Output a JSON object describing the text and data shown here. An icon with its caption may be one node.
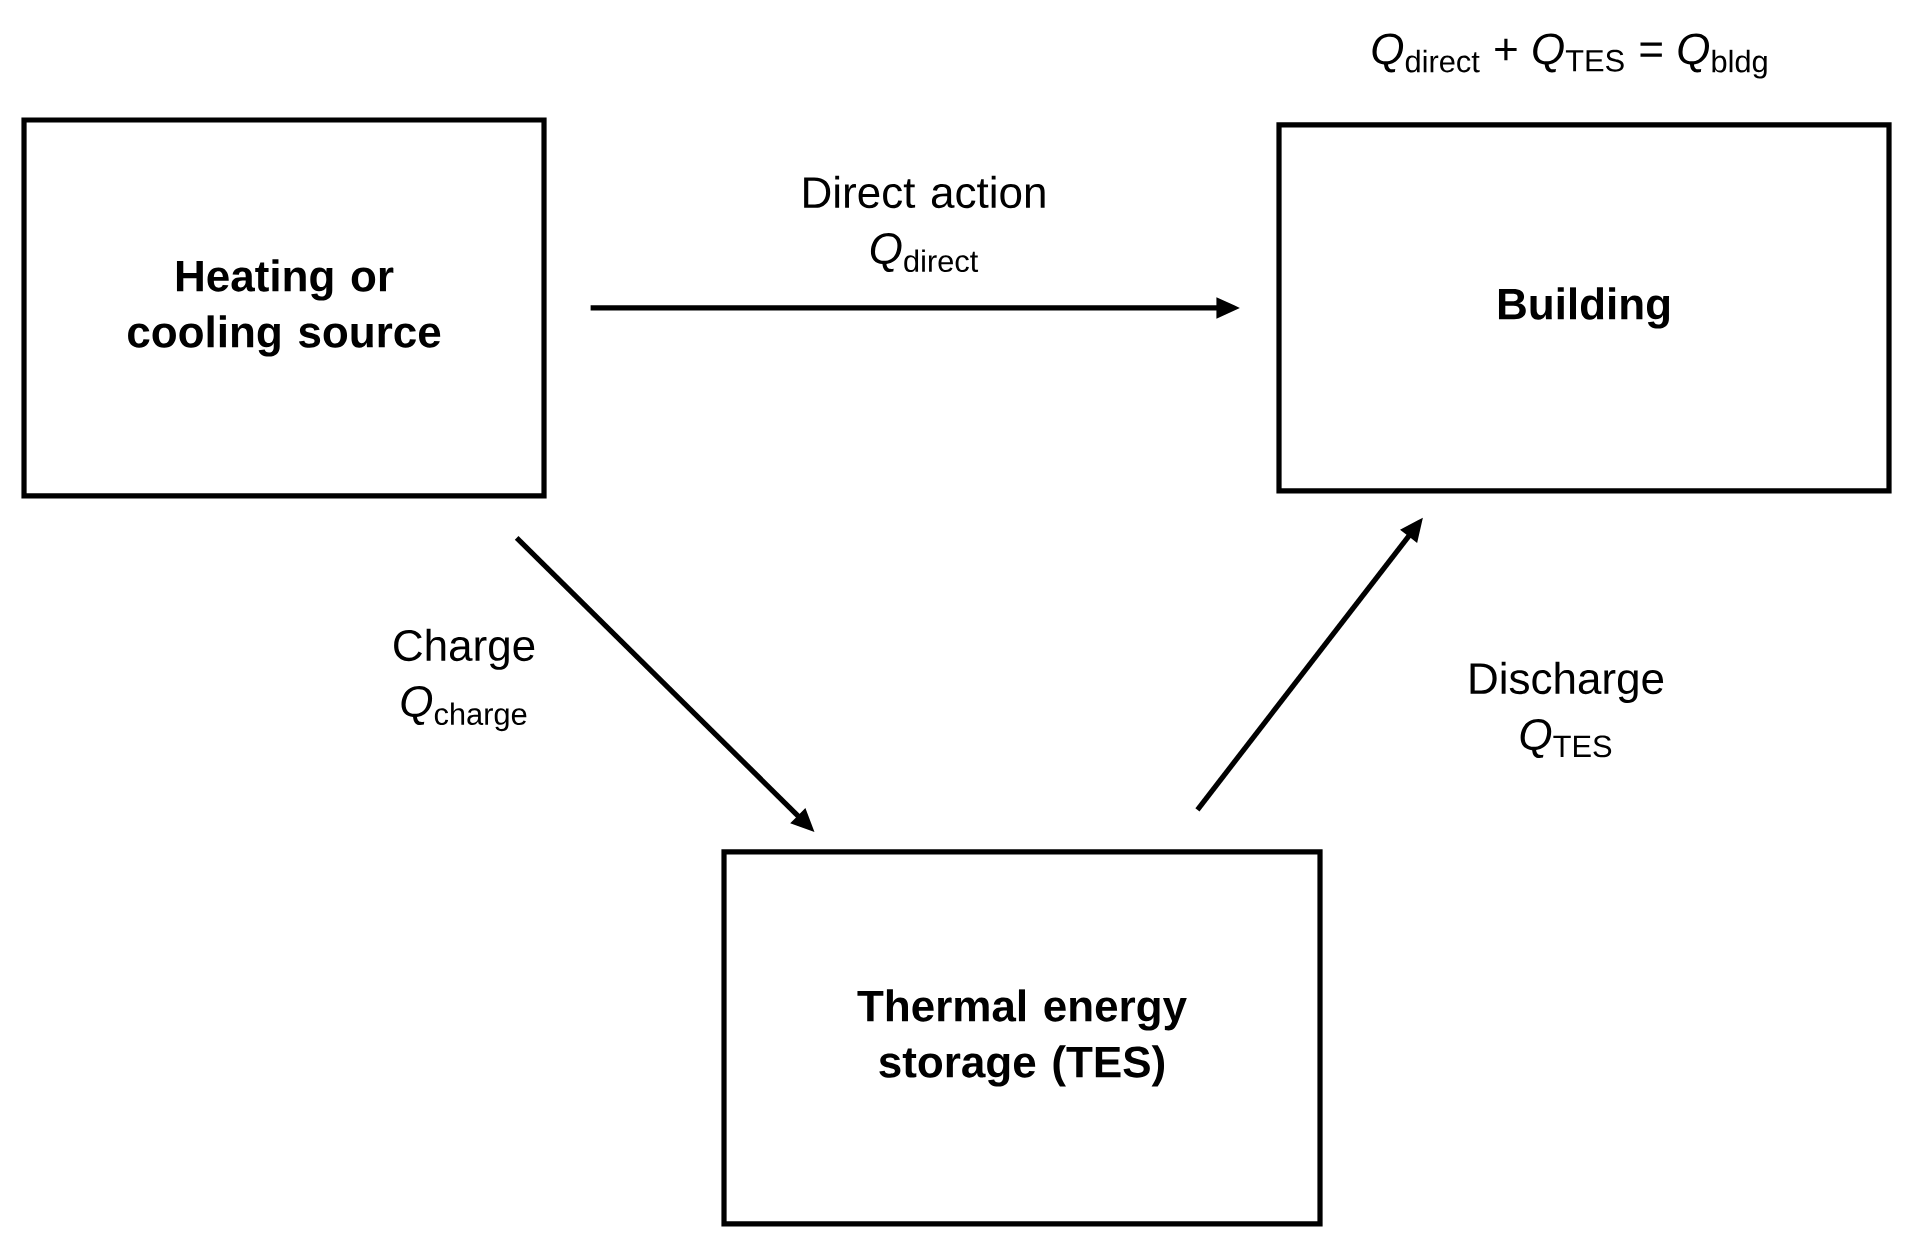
{
  "diagram": {
    "nodes": [
      {
        "text": [
          "Heating or cooling source"
        ]
      },
      {
        "text": [
          "Building"
        ],
        "beside": [
          "*Q*$_{direct}$ + *Q*$_{TES}$ = *Q*$_{bldg}$"
        ]
      },
      {
        "text": [
          "Thermal energy storage (TES)"
        ]
      }
    ],
    "edges": [
      {
        "from": 0,
        "to": 1,
        "arrow": "to",
        "label": "Direct action *Q*$_{direct}$"
      },
      {
        "from": 0,
        "to": 2,
        "arrow": "to",
        "label": "Charge *Q*$_{charge}$"
      },
      {
        "from": 2,
        "to": 1,
        "arrow": "to",
        "label": "Discharge *Q*$_{TES}$"
      }
    ]
  }
}
